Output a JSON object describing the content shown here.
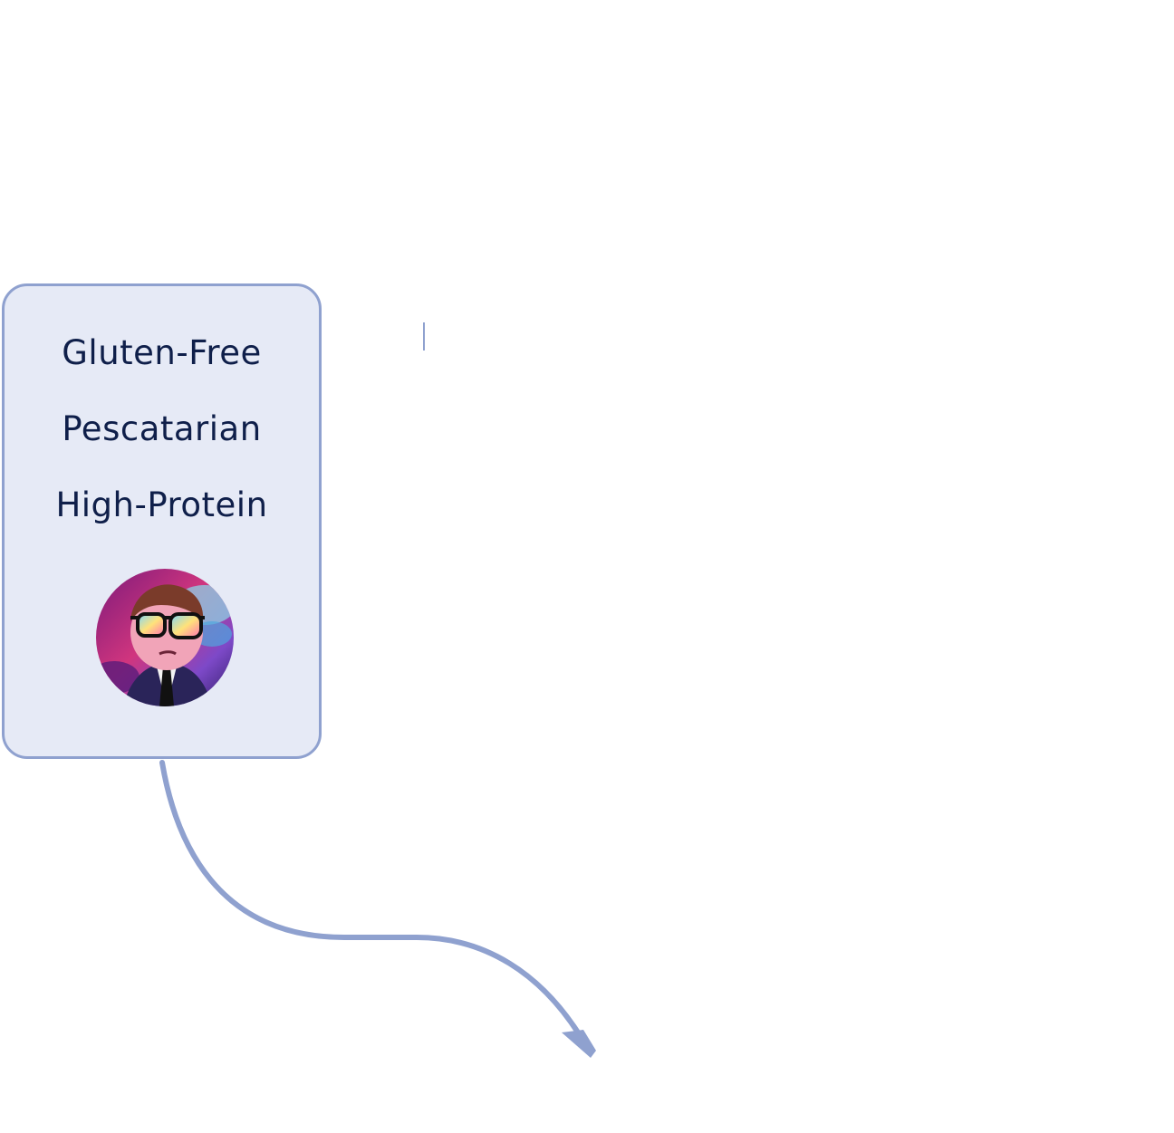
{
  "card": {
    "tags": [
      "Gluten-Free",
      "Pescatarian",
      "High-Protein"
    ],
    "avatar_icon": "cartoon-character-with-sunglasses"
  },
  "colors": {
    "card_fill": "#e6eaf6",
    "card_border": "#8fa1cf",
    "text": "#0f1f4a",
    "connector": "#8fa1cf"
  }
}
